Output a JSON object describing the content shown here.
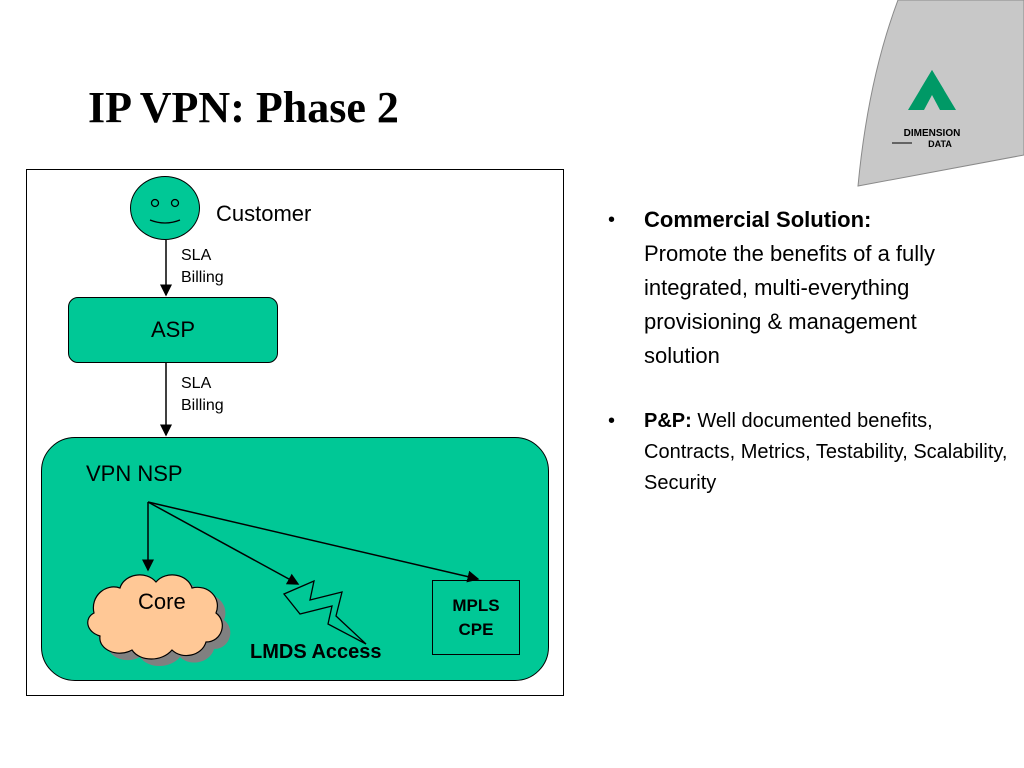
{
  "slide": {
    "title": "IP VPN: Phase 2"
  },
  "logo": {
    "line1": "DIMENSION",
    "line2": "DATA"
  },
  "diagram": {
    "customer_label": "Customer",
    "link1": {
      "line1": "SLA",
      "line2": "Billing"
    },
    "asp_label": "ASP",
    "link2": {
      "line1": "SLA",
      "line2": "Billing"
    },
    "nsp_label": "VPN NSP",
    "core_label": "Core",
    "lmds_label": "LMDS Access",
    "mpls": {
      "line1": "MPLS",
      "line2": "CPE"
    }
  },
  "bullets": [
    {
      "lead": "Commercial Solution:",
      "text": "Promote the benefits of a fully integrated, multi-everything provisioning & management solution"
    },
    {
      "lead": "P&P:",
      "text": "Well documented benefits, Contracts, Metrics, Testability, Scalability, Security"
    }
  ],
  "colors": {
    "accent_green": "#00c896",
    "cloud_fill": "#ffc896",
    "logo_panel": "#c8c8c8",
    "logo_teal": "#009966"
  }
}
